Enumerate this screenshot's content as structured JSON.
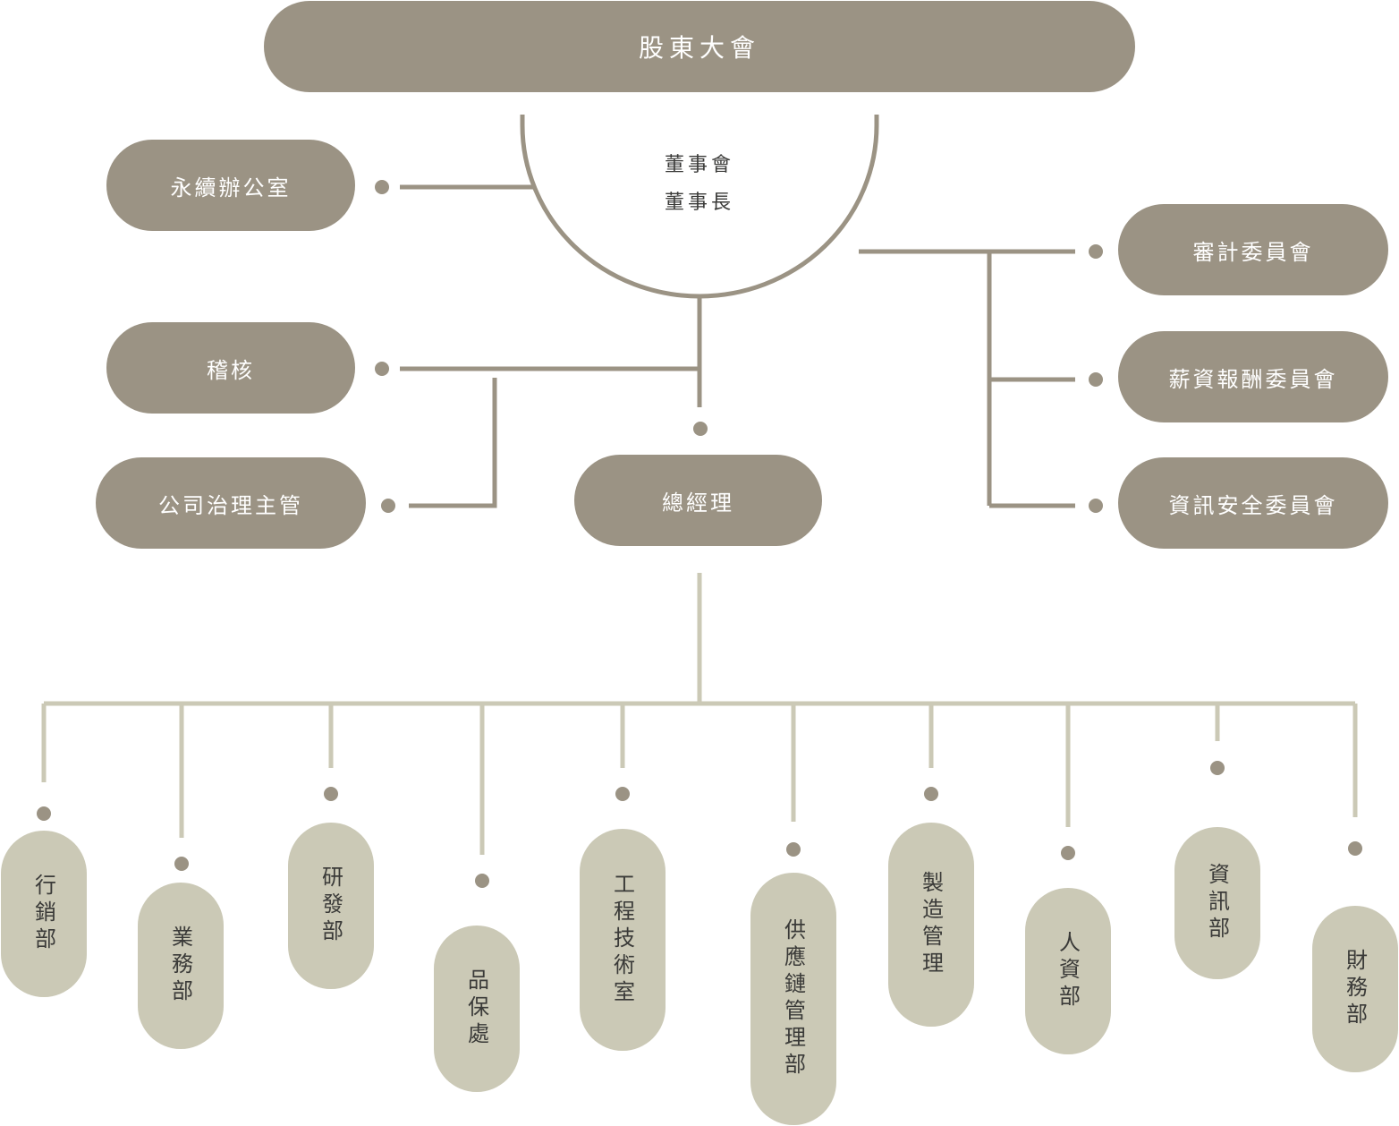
{
  "shareholders": "股東大會",
  "board": {
    "line1": "董事會",
    "line2": "董事長"
  },
  "left_units": {
    "sustainability": "永續辦公室",
    "audit": "稽核",
    "governance": "公司治理主管"
  },
  "right_committees": {
    "audit_committee": "審計委員會",
    "remuneration": "薪資報酬委員會",
    "infosec": "資訊安全委員會"
  },
  "general_manager": "總經理",
  "departments": [
    "行銷部",
    "業務部",
    "研發部",
    "品保處",
    "工程技術室",
    "供應鏈管理部",
    "製造管理",
    "人資部",
    "資訊部",
    "財務部"
  ],
  "colors": {
    "dark": "#9b9384",
    "light": "#cbc9b6",
    "text": "#3a3a38"
  }
}
